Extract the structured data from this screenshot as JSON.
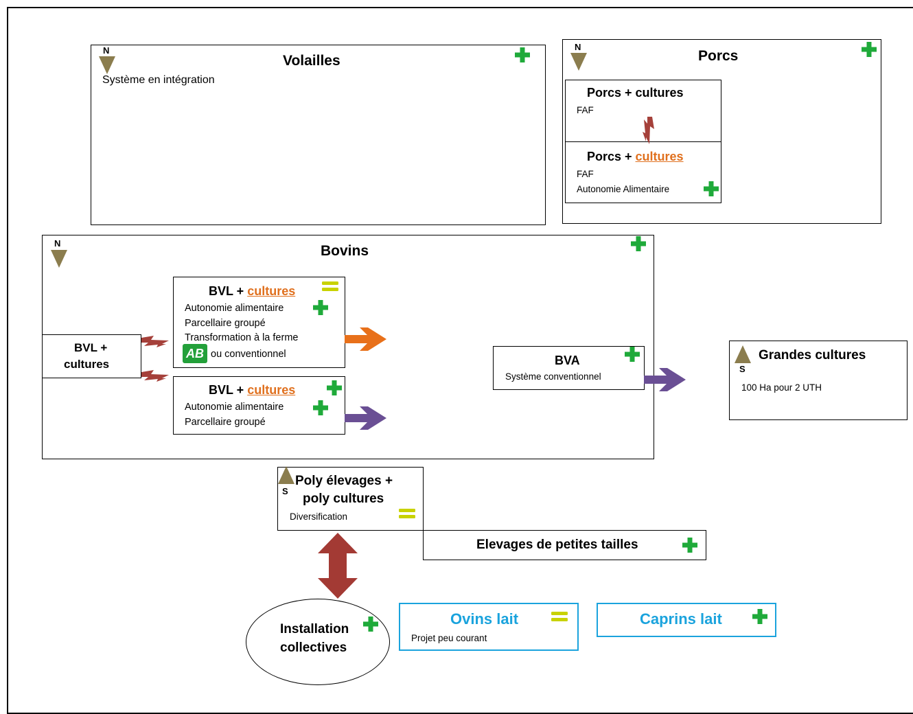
{
  "volailles": {
    "title": "Volailles",
    "orientation": "N",
    "desc": "Système en intégration"
  },
  "porcs": {
    "title": "Porcs",
    "orientation": "N",
    "top": {
      "title": "Porcs + cultures",
      "line1": "FAF"
    },
    "bottom": {
      "title_prefix": "Porcs + ",
      "title_highlight": "cultures",
      "line1": "FAF",
      "line2": "Autonomie Alimentaire"
    }
  },
  "bovins": {
    "title": "Bovins",
    "orientation": "N",
    "left_box": {
      "line1": "BVL +",
      "line2": "cultures"
    },
    "bvl1": {
      "title_prefix": "BVL + ",
      "title_highlight": "cultures",
      "line1": "Autonomie alimentaire",
      "line2": "Parcellaire groupé",
      "line3": "Transformation à la ferme",
      "ab_logo": "AB",
      "line4": "ou conventionnel"
    },
    "bvl2": {
      "title_prefix": "BVL + ",
      "title_highlight": "cultures",
      "line1": "Autonomie alimentaire",
      "line2": "Parcellaire groupé"
    },
    "bva": {
      "title": "BVA",
      "line1": "Système conventionnel"
    }
  },
  "grandes": {
    "title": "Grandes cultures",
    "orientation": "S",
    "line1": "100 Ha pour 2 UTH"
  },
  "poly": {
    "orientation": "S",
    "line1": "Poly élevages +",
    "line2": "poly cultures",
    "line3": "Diversification"
  },
  "petites": {
    "title": "Elevages de petites tailles"
  },
  "installation": {
    "line1": "Installation",
    "line2": "collectives"
  },
  "ovins": {
    "title": "Ovins lait",
    "line1": "Projet peu courant"
  },
  "caprins": {
    "title": "Caprins lait"
  },
  "colors": {
    "plus": "#1faa3a",
    "equal": "#c8d200",
    "highlight": "#e0701e",
    "orange_arrow": "#e8701a",
    "purple_arrow": "#6a4f94",
    "bolt": "#a5403a",
    "olive_triangle": "#8b7d4e",
    "double_arrow": "#a33a34",
    "blue_text": "#1aa3dd"
  }
}
